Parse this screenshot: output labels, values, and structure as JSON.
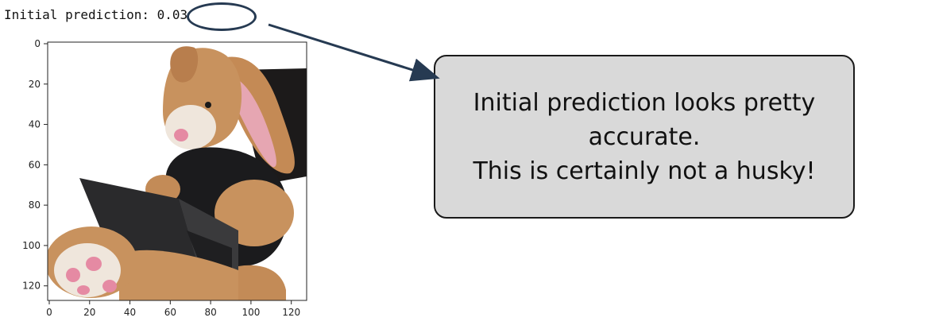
{
  "output": {
    "label": "Initial prediction: ",
    "value": "0.03"
  },
  "plot": {
    "x_ticks": [
      "0",
      "20",
      "40",
      "60",
      "80",
      "100",
      "120"
    ],
    "y_ticks": [
      "0",
      "20",
      "40",
      "60",
      "80",
      "100",
      "120"
    ],
    "image_subject": "plush bunny with laptop"
  },
  "callout": {
    "line1": "Initial prediction looks pretty",
    "line2": "accurate.",
    "line3": "This is certainly not a husky!"
  },
  "colors": {
    "annotation": "#263a52",
    "callout_fill": "#d9d9d9"
  }
}
